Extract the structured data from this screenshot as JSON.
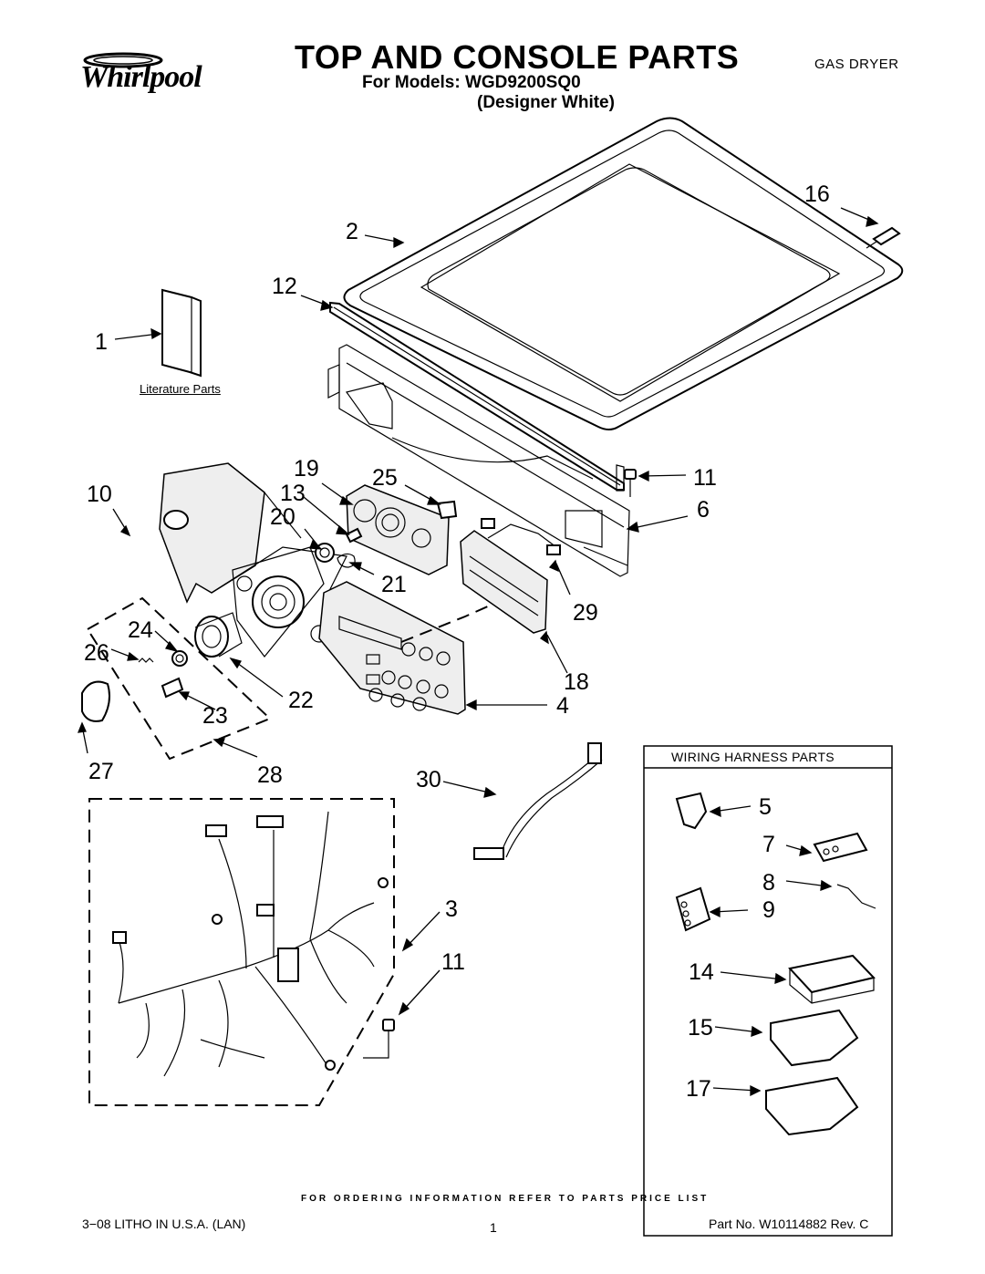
{
  "header": {
    "brand": "Whirlpool",
    "title": "TOP AND CONSOLE PARTS",
    "product_type": "GAS DRYER",
    "models_line": "For Models: WGD9200SQ0",
    "color_line": "(Designer White)"
  },
  "literature": {
    "label": "Literature Parts"
  },
  "callouts": {
    "n1": "1",
    "n2": "2",
    "n3": "3",
    "n4": "4",
    "n5": "5",
    "n6": "6",
    "n7": "7",
    "n8": "8",
    "n9": "9",
    "n10": "10",
    "n11a": "11",
    "n11b": "11",
    "n12": "12",
    "n13": "13",
    "n14": "14",
    "n15": "15",
    "n16": "16",
    "n17": "17",
    "n18": "18",
    "n19": "19",
    "n20": "20",
    "n21": "21",
    "n22": "22",
    "n23": "23",
    "n24": "24",
    "n25": "25",
    "n26": "26",
    "n27": "27",
    "n28": "28",
    "n29": "29",
    "n30": "30"
  },
  "wiring_harness": {
    "title": "WIRING HARNESS PARTS"
  },
  "footer": {
    "ordering_note": "FOR ORDERING INFORMATION REFER TO PARTS PRICE LIST",
    "litho": "3−08 LITHO IN U.S.A. (LAN)",
    "page": "1",
    "part_no": "Part No. W10114882 Rev. C"
  }
}
